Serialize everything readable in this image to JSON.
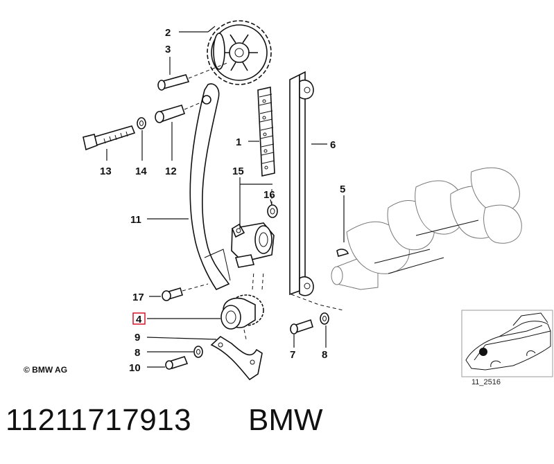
{
  "callouts": {
    "n1": "1",
    "n2": "2",
    "n3": "3",
    "n4": "4",
    "n5": "5",
    "n6": "6",
    "n7": "7",
    "n8a": "8",
    "n8b": "8",
    "n9": "9",
    "n10": "10",
    "n11": "11",
    "n12": "12",
    "n13": "13",
    "n14": "14",
    "n15": "15",
    "n16": "16",
    "n17": "17"
  },
  "copyright": "© BMW AG",
  "inset_caption": "11_2516",
  "part_number": "11211717913",
  "brand": "BMW",
  "highlight_color": "#d0021b"
}
